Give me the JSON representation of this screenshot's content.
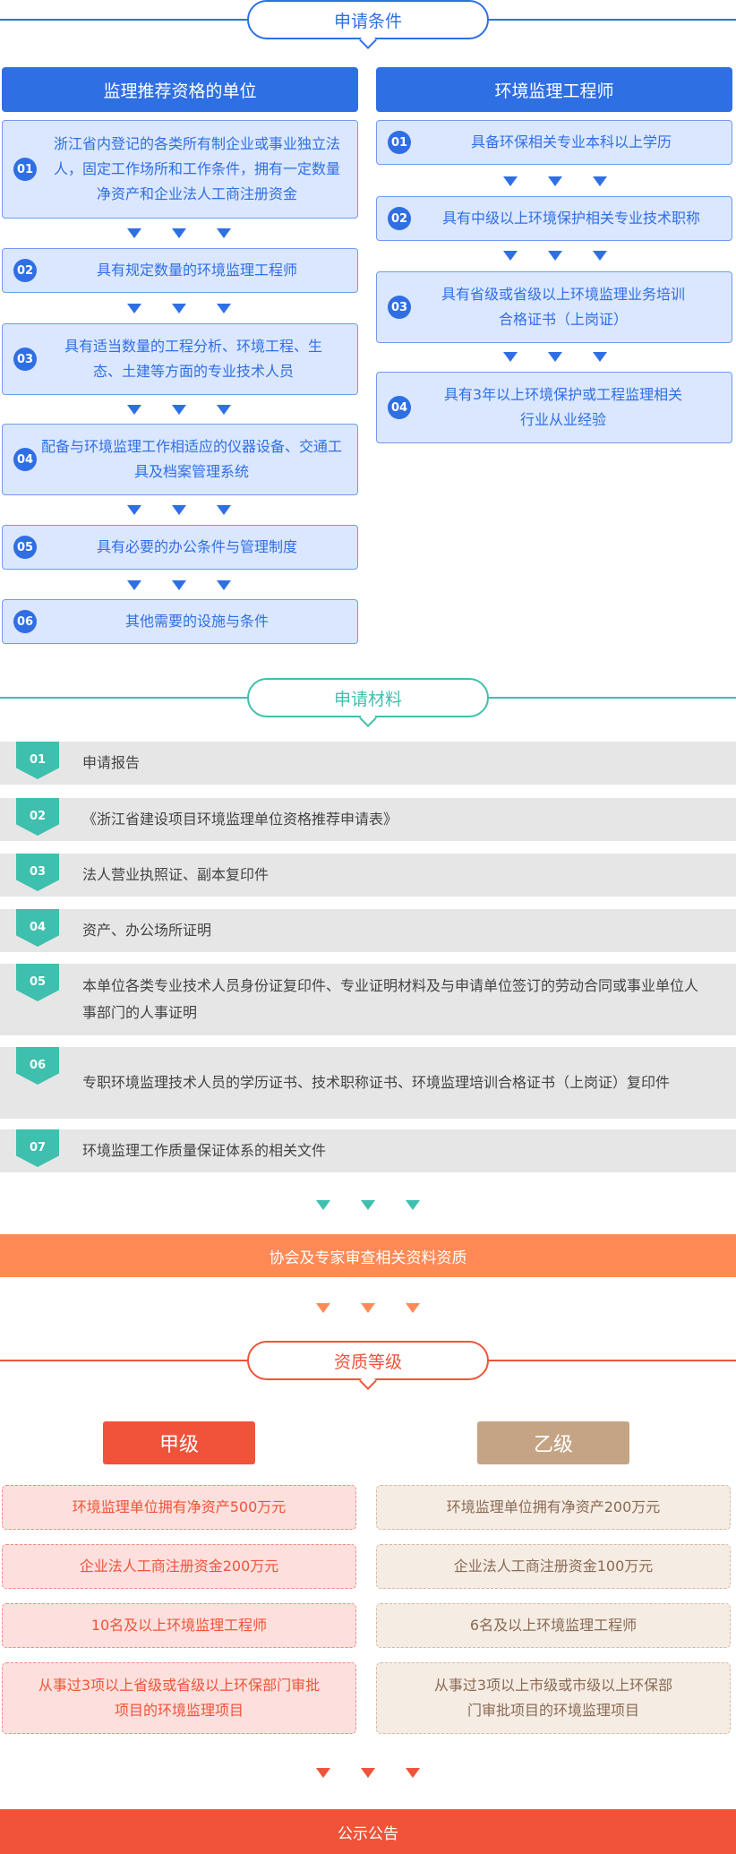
{
  "sections": {
    "conditions_title": "申请条件",
    "materials_title": "申请材料",
    "qualification_title": "资质等级"
  },
  "conditions": {
    "unit": {
      "title": "监理推荐资格的单位",
      "items": [
        {
          "num": "01",
          "text": "浙江省内登记的各类所有制企业或事业独立法人，固定工作场所和工作条件，拥有一定数量净资产和企业法人工商注册资金"
        },
        {
          "num": "02",
          "text": "具有规定数量的环境监理工程师"
        },
        {
          "num": "03",
          "text": "具有适当数量的工程分析、环境工程、生态、土建等方面的专业技术人员"
        },
        {
          "num": "04",
          "text": "配备与环境监理工作相适应的仪器设备、交通工具及档案管理系统"
        },
        {
          "num": "05",
          "text": "具有必要的办公条件与管理制度"
        },
        {
          "num": "06",
          "text": "其他需要的设施与条件"
        }
      ]
    },
    "engineer": {
      "title": "环境监理工程师",
      "items": [
        {
          "num": "01",
          "text": "具备环保相关专业本科以上学历"
        },
        {
          "num": "02",
          "text": "具有中级以上环境保护相关专业技术职称"
        },
        {
          "num": "03",
          "text": "具有省级或省级以上环境监理业务培训合格证书（上岗证）"
        },
        {
          "num": "04",
          "text": "具有3年以上环境保护或工程监理相关行业从业经验"
        }
      ]
    }
  },
  "materials": [
    {
      "num": "01",
      "text": "申请报告"
    },
    {
      "num": "02",
      "text": "《浙江省建设项目环境监理单位资格推荐申请表》"
    },
    {
      "num": "03",
      "text": "法人营业执照证、副本复印件"
    },
    {
      "num": "04",
      "text": "资产、办公场所证明"
    },
    {
      "num": "05",
      "text": "本单位各类专业技术人员身份证复印件、专业证明材料及与申请单位签订的劳动合同或事业单位人事部门的人事证明"
    },
    {
      "num": "06",
      "text": "专职环境监理技术人员的学历证书、技术职称证书、环境监理培训合格证书（上岗证）复印件"
    },
    {
      "num": "07",
      "text": "环境监理工作质量保证体系的相关文件"
    }
  ],
  "review_bar": "协会及专家审查相关资料资质",
  "grades": {
    "a": {
      "label": "甲级",
      "items": [
        "环境监理单位拥有净资产500万元",
        "企业法人工商注册资金200万元",
        "10名及以上环境监理工程师",
        "从事过3项以上省级或省级以上环保部门审批项目的环境监理项目"
      ]
    },
    "b": {
      "label": "乙级",
      "items": [
        "环境监理单位拥有净资产200万元",
        "企业法人工商注册资金100万元",
        "6名及以上环境监理工程师",
        "从事过3项以上市级或市级以上环保部门审批项目的环境监理项目"
      ]
    }
  },
  "notice_bar": "公示公告",
  "colors": {
    "blue": "#2f6fe4",
    "teal": "#3fbfae",
    "orange": "#ff8a55",
    "red": "#f0533a",
    "tan": "#c4a484"
  }
}
